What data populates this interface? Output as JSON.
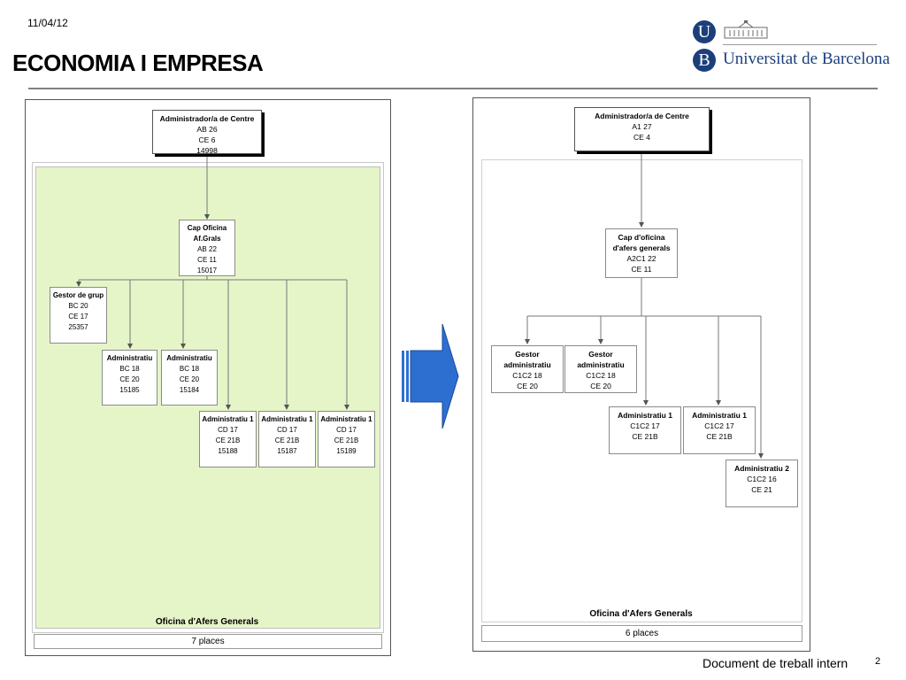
{
  "header": {
    "date": "11/04/12",
    "title": "ECONOMIA I EMPRESA",
    "logo_letter_1": "U",
    "logo_letter_2": "B",
    "university": "Universitat de Barcelona"
  },
  "footer": {
    "text": "Document de treball intern",
    "page": "2"
  },
  "left_chart": {
    "head": {
      "title": "Administrador/a de Centre",
      "l2": "AB 26",
      "l3": "CE 6",
      "l4": "14998"
    },
    "chief": {
      "title": "Cap Oficina",
      "title2": "Af.Grals",
      "l2": "AB 22",
      "l3": "CE 11",
      "l4": "15017"
    },
    "gestor": {
      "title": "Gestor de grup",
      "l2": "BC 20",
      "l3": "CE 17",
      "l4": "25357"
    },
    "admin_a": {
      "title": "Administratiu",
      "l2": "BC 18",
      "l3": "CE 20",
      "l4": "15185"
    },
    "admin_b": {
      "title": "Administratiu",
      "l2": "BC 18",
      "l3": "CE 20",
      "l4": "15184"
    },
    "admin1_a": {
      "title": "Administratiu 1",
      "l2": "CD 17",
      "l3": "CE 21B",
      "l4": "15188"
    },
    "admin1_b": {
      "title": "Administratiu 1",
      "l2": "CD 17",
      "l3": "CE 21B",
      "l4": "15187"
    },
    "admin1_c": {
      "title": "Administratiu 1",
      "l2": "CD 17",
      "l3": "CE 21B",
      "l4": "15189"
    },
    "office_label": "Oficina d'Afers Generals",
    "places": "7 places"
  },
  "right_chart": {
    "head": {
      "title": "Administrador/a de Centre",
      "l2": "A1 27",
      "l3": "CE 4"
    },
    "chief": {
      "title": "Cap d'oficina",
      "title2": "d'afers generals",
      "l2": "A2C1 22",
      "l3": "CE 11"
    },
    "gestor_a": {
      "title": "Gestor",
      "title2": "administratiu",
      "l2": "C1C2 18",
      "l3": "CE 20"
    },
    "gestor_b": {
      "title": "Gestor",
      "title2": "administratiu",
      "l2": "C1C2 18",
      "l3": "CE 20"
    },
    "admin1_a": {
      "title": "Administratiu 1",
      "l2": "C1C2 17",
      "l3": "CE 21B"
    },
    "admin1_b": {
      "title": "Administratiu 1",
      "l2": "C1C2 17",
      "l3": "CE 21B"
    },
    "admin2": {
      "title": "Administratiu 2",
      "l2": "C1C2 16",
      "l3": "CE 21"
    },
    "office_label": "Oficina d'Afers Generals",
    "places": "6 places"
  },
  "colors": {
    "green_fill": "#e6f5c8",
    "arrow_blue": "#2d6fd1",
    "logo_blue": "#1c3f7c"
  },
  "icons": [
    "university-seal-icon",
    "university-building-icon",
    "transition-arrow-icon"
  ]
}
